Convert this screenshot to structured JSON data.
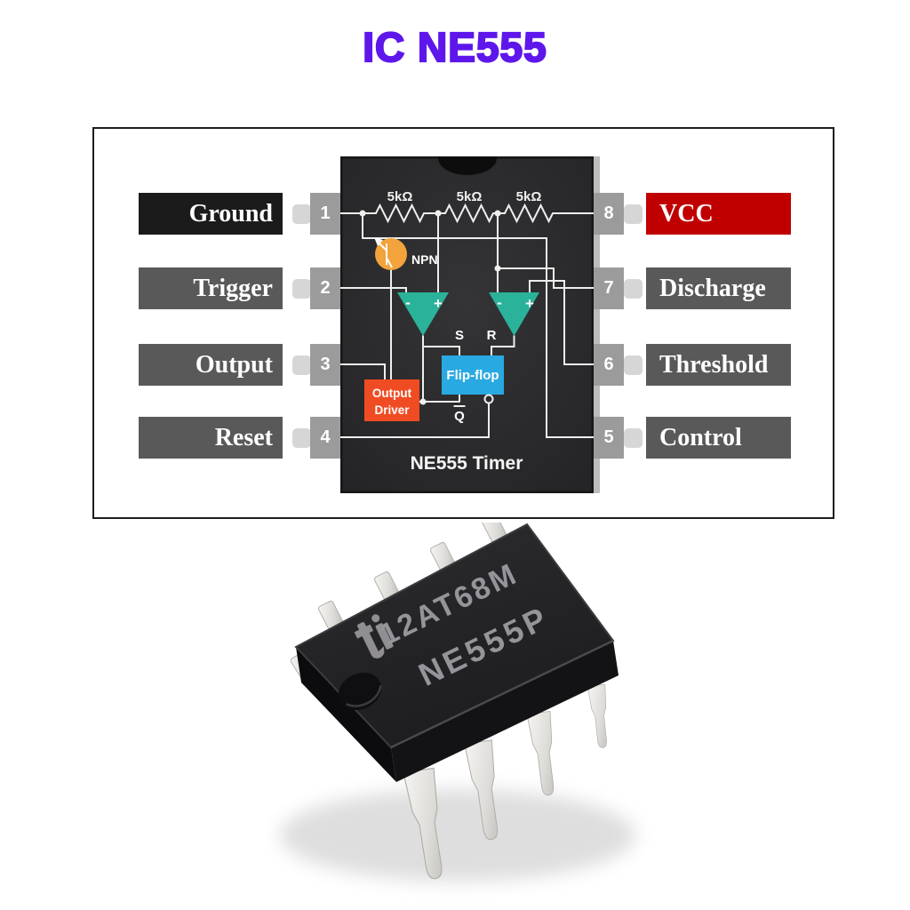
{
  "title": "IC NE555",
  "theme": {
    "title_color": "#5e17eb",
    "vcc_color": "#c00000",
    "ground_color": "#1b1b1b",
    "pin_label_color": "#595959",
    "pin_tab_color": "#9b9b9b",
    "ic_body_color": "#2b2b2b",
    "comparator_color": "#2bb29a",
    "flipflop_color": "#29a9e1",
    "output_driver_color": "#f04c24",
    "npn_color": "#f2a33c",
    "wire_color": "#eeeeee"
  },
  "pinout": {
    "left_pins": [
      {
        "number": "1",
        "label": "Ground"
      },
      {
        "number": "2",
        "label": "Trigger"
      },
      {
        "number": "3",
        "label": "Output"
      },
      {
        "number": "4",
        "label": "Reset"
      }
    ],
    "right_pins": [
      {
        "number": "8",
        "label": "VCC"
      },
      {
        "number": "7",
        "label": "Discharge"
      },
      {
        "number": "6",
        "label": "Threshold"
      },
      {
        "number": "5",
        "label": "Control"
      }
    ],
    "internal": {
      "resistors": [
        "5kΩ",
        "5kΩ",
        "5kΩ"
      ],
      "transistor": "NPN",
      "comparator_minus": "-",
      "comparator_plus": "+",
      "set_label": "S",
      "reset_label": "R",
      "flipflop": "Flip-flop",
      "output_driver_line1": "Output",
      "output_driver_line2": "Driver",
      "q_bar": "Q",
      "chip_title": "NE555 Timer"
    }
  },
  "photo": {
    "marking_line1": "12AT68M",
    "marking_line2": "NE555P",
    "logo": "ti"
  }
}
